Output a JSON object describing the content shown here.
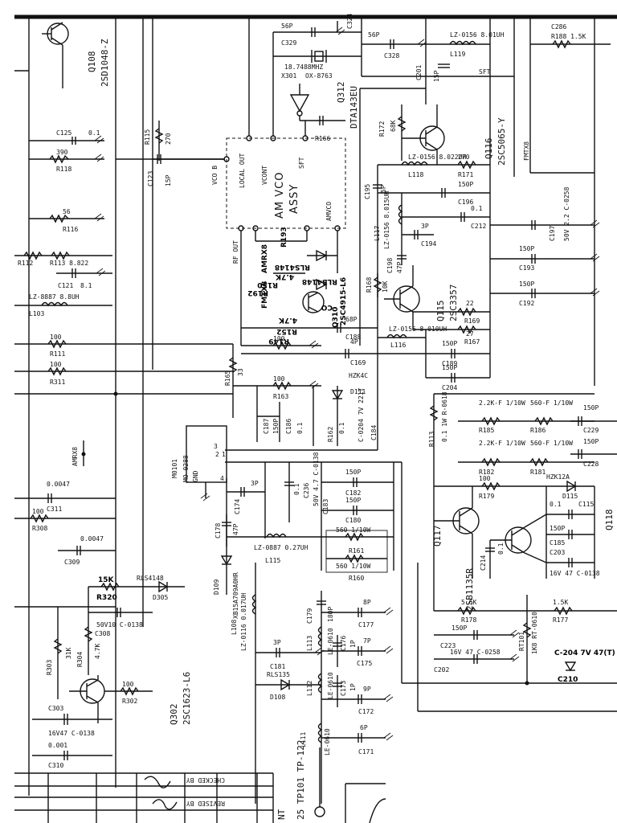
{
  "title_block": {
    "checked_by": "CHECKED BY",
    "revised_by": "REVISED BY",
    "nt": "NT",
    "tp": "25 TP101 TP-122"
  },
  "transistors": [
    {
      "ref": "Q108",
      "part": "2SD1048-Z"
    },
    {
      "ref": "Q116",
      "part": "2SC5065-Y"
    },
    {
      "ref": "Q115",
      "part": "2SC3357"
    },
    {
      "ref": "Q117",
      "part": "2SB1135R"
    },
    {
      "ref": "Q302",
      "part": "2SC1623-L6"
    },
    {
      "ref": "Q312",
      "part": "DTA143EU"
    },
    {
      "ref": "Q118",
      "part": "Q118"
    }
  ],
  "vco": {
    "title_1": "AM VCO",
    "title_2": "ASSY",
    "pin_vco": "VCO B",
    "pin_local": "LOCAL OUT",
    "pin_vcnt": "VCONT",
    "pin_sft": "SFT",
    "pin_amvco": "AMVCO",
    "pin_rf": "RF OUT"
  },
  "module": {
    "ref": "M0101",
    "part": "MO-0288",
    "gnd": "GND",
    "pin1": "1",
    "pin2": "2",
    "pin3": "3",
    "pin4": "4"
  },
  "xtal": {
    "ref": "X301",
    "part": "OX-8763",
    "freq": "18.7488MHZ"
  },
  "labels": {
    "amrx8": "AMRX8",
    "fmtx8": "FMTX8",
    "sft": "SFT",
    "fmtx8_b": "FMTX8",
    "amrx8_b": "AMRX8"
  },
  "upper_right": [
    {
      "ref": "C324",
      "val": "56P"
    },
    {
      "ref": "C329",
      "val": "56P"
    },
    {
      "ref": "C328",
      "val": "56P"
    },
    {
      "ref": "L119",
      "val": "LZ-0156 8.01UH"
    },
    {
      "ref": "C286",
      "val": "R188 1.5K"
    },
    {
      "ref": "C201",
      "val": "15P"
    },
    {
      "ref": "R172",
      "val": "68K"
    },
    {
      "ref": "L118",
      "val": "LZ-0156 8.022UH"
    },
    {
      "ref": "R171",
      "val": "270"
    },
    {
      "ref": "C195",
      "val": "5P"
    },
    {
      "ref": "C196",
      "val": "150P"
    },
    {
      "ref": "C212",
      "val": "0.1"
    },
    {
      "ref": "C197",
      "val": "50V 2.2 C-0258"
    },
    {
      "ref": "C193",
      "val": "150P"
    },
    {
      "ref": "C192",
      "val": "150P"
    },
    {
      "ref": "C194",
      "val": "3P"
    },
    {
      "ref": "L117",
      "val": "LZ-0156 8.015UH"
    },
    {
      "ref": "C198",
      "val": "47P"
    },
    {
      "ref": "R168",
      "val": "10K"
    },
    {
      "ref": "R169",
      "val": "22"
    },
    {
      "ref": "R167",
      "val": "27"
    },
    {
      "ref": "L116",
      "val": "LZ-0156 8.010UH"
    },
    {
      "ref": "C188",
      "val": "68P"
    },
    {
      "ref": "C189",
      "val": "150P"
    },
    {
      "ref": "C204",
      "val": "150P"
    },
    {
      "ref": "C169",
      "val": "4P"
    }
  ],
  "left_parts": [
    {
      "ref": "C125",
      "val": "0.1"
    },
    {
      "ref": "R118",
      "val": "390"
    },
    {
      "ref": "R115",
      "val": "270"
    },
    {
      "ref": "C123",
      "val": "15P"
    },
    {
      "ref": "R116",
      "val": "56"
    },
    {
      "ref": "R112",
      "val": "R113 8.822"
    },
    {
      "ref": "C121",
      "val": "8.1"
    },
    {
      "ref": "L103",
      "val": "LZ-8887 8.8UH"
    },
    {
      "ref": "R111",
      "val": "100"
    },
    {
      "ref": "R311",
      "val": "100"
    },
    {
      "ref": "C311",
      "val": "0.0047"
    },
    {
      "ref": "R308",
      "val": "100"
    },
    {
      "ref": "C309",
      "val": "0.0047"
    },
    {
      "ref": "R303",
      "val": "31K"
    },
    {
      "ref": "R304",
      "val": "4.7K"
    },
    {
      "ref": "R302",
      "val": "100"
    },
    {
      "ref": "R320",
      "val": "15K"
    },
    {
      "ref": "D305",
      "val": "RLS4148"
    },
    {
      "ref": "C308",
      "val": "50V10 C-0138"
    },
    {
      "ref": "C303",
      "val": "16V47 C-0138"
    },
    {
      "ref": "C310",
      "val": "0.001"
    },
    {
      "ref": "D109",
      "val": "XB15A709A0HR"
    }
  ],
  "mid_parts": [
    {
      "ref": "R166",
      "val": "100"
    },
    {
      "ref": "R165",
      "val": "33"
    },
    {
      "ref": "R163",
      "val": "100"
    },
    {
      "ref": "R162",
      "val": "0.1"
    },
    {
      "ref": "C187",
      "val": "150P"
    },
    {
      "ref": "C186",
      "val": "0.1"
    },
    {
      "ref": "D111",
      "val": "HZK4C"
    },
    {
      "ref": "C184",
      "val": "C-0204 7V 221T"
    },
    {
      "ref": "C174",
      "val": "3P"
    },
    {
      "ref": "C178",
      "val": "47P"
    },
    {
      "ref": "C236",
      "val": "0.1"
    },
    {
      "ref": "C183",
      "val": "50V 4.7 C-0138"
    },
    {
      "ref": "C182",
      "val": "150P"
    },
    {
      "ref": "C180",
      "val": "150P"
    },
    {
      "ref": "R161",
      "val": "560 1/10W"
    },
    {
      "ref": "R160",
      "val": "560 1/10W"
    },
    {
      "ref": "L115",
      "val": "LZ-0887 0.27UH"
    },
    {
      "ref": "L108",
      "val": "LZ-0116 0.017UH"
    },
    {
      "ref": "C179",
      "val": "180P"
    },
    {
      "ref": "C177",
      "val": "8P"
    },
    {
      "ref": "C176",
      "val": "1P"
    },
    {
      "ref": "C175",
      "val": "7P"
    },
    {
      "ref": "L113",
      "val": "LE-0610"
    },
    {
      "ref": "C173",
      "val": "1P"
    },
    {
      "ref": "C172",
      "val": "9P"
    },
    {
      "ref": "L112",
      "val": "LE-0610"
    },
    {
      "ref": "L111",
      "val": "LE-0610"
    },
    {
      "ref": "C171",
      "val": "6P"
    },
    {
      "ref": "C181",
      "val": "3P"
    },
    {
      "ref": "D108",
      "val": "RLS135"
    }
  ],
  "right_parts": [
    {
      "ref": "R113",
      "val": "0.1 1W R-0618"
    },
    {
      "ref": "R185",
      "val": "2.2K-F 1/10W"
    },
    {
      "ref": "R186",
      "val": "560-F 1/10W"
    },
    {
      "ref": "R182",
      "val": "2.2K-F 1/10W"
    },
    {
      "ref": "R181",
      "val": "560-F 1/10W"
    },
    {
      "ref": "C229",
      "val": "150P"
    },
    {
      "ref": "C228",
      "val": "150P"
    },
    {
      "ref": "R179",
      "val": "100"
    },
    {
      "ref": "D115",
      "val": "HZK12A"
    },
    {
      "ref": "C115",
      "val": "0.1"
    },
    {
      "ref": "C185",
      "val": "150P"
    },
    {
      "ref": "C203",
      "val": "16V 47 C-0138"
    },
    {
      "ref": "C214",
      "val": "0.1"
    },
    {
      "ref": "R178",
      "val": "5.6K"
    },
    {
      "ref": "R177",
      "val": "1.5K"
    },
    {
      "ref": "RT101",
      "val": "1K8 RT-0610"
    },
    {
      "ref": "C223",
      "val": "150P"
    },
    {
      "ref": "C202",
      "val": "16V 47 C-0258"
    },
    {
      "ref": "C210",
      "val": "C-204 7V 47(T)"
    }
  ],
  "handwritten": [
    "RLS4148",
    "R193",
    "RLS4148",
    "4.7K",
    "R150",
    "R192",
    "AMRX8",
    "FMTX8",
    "CO",
    "4.7K",
    "R152",
    "2SC4915-L6",
    "Q310",
    "R149"
  ]
}
